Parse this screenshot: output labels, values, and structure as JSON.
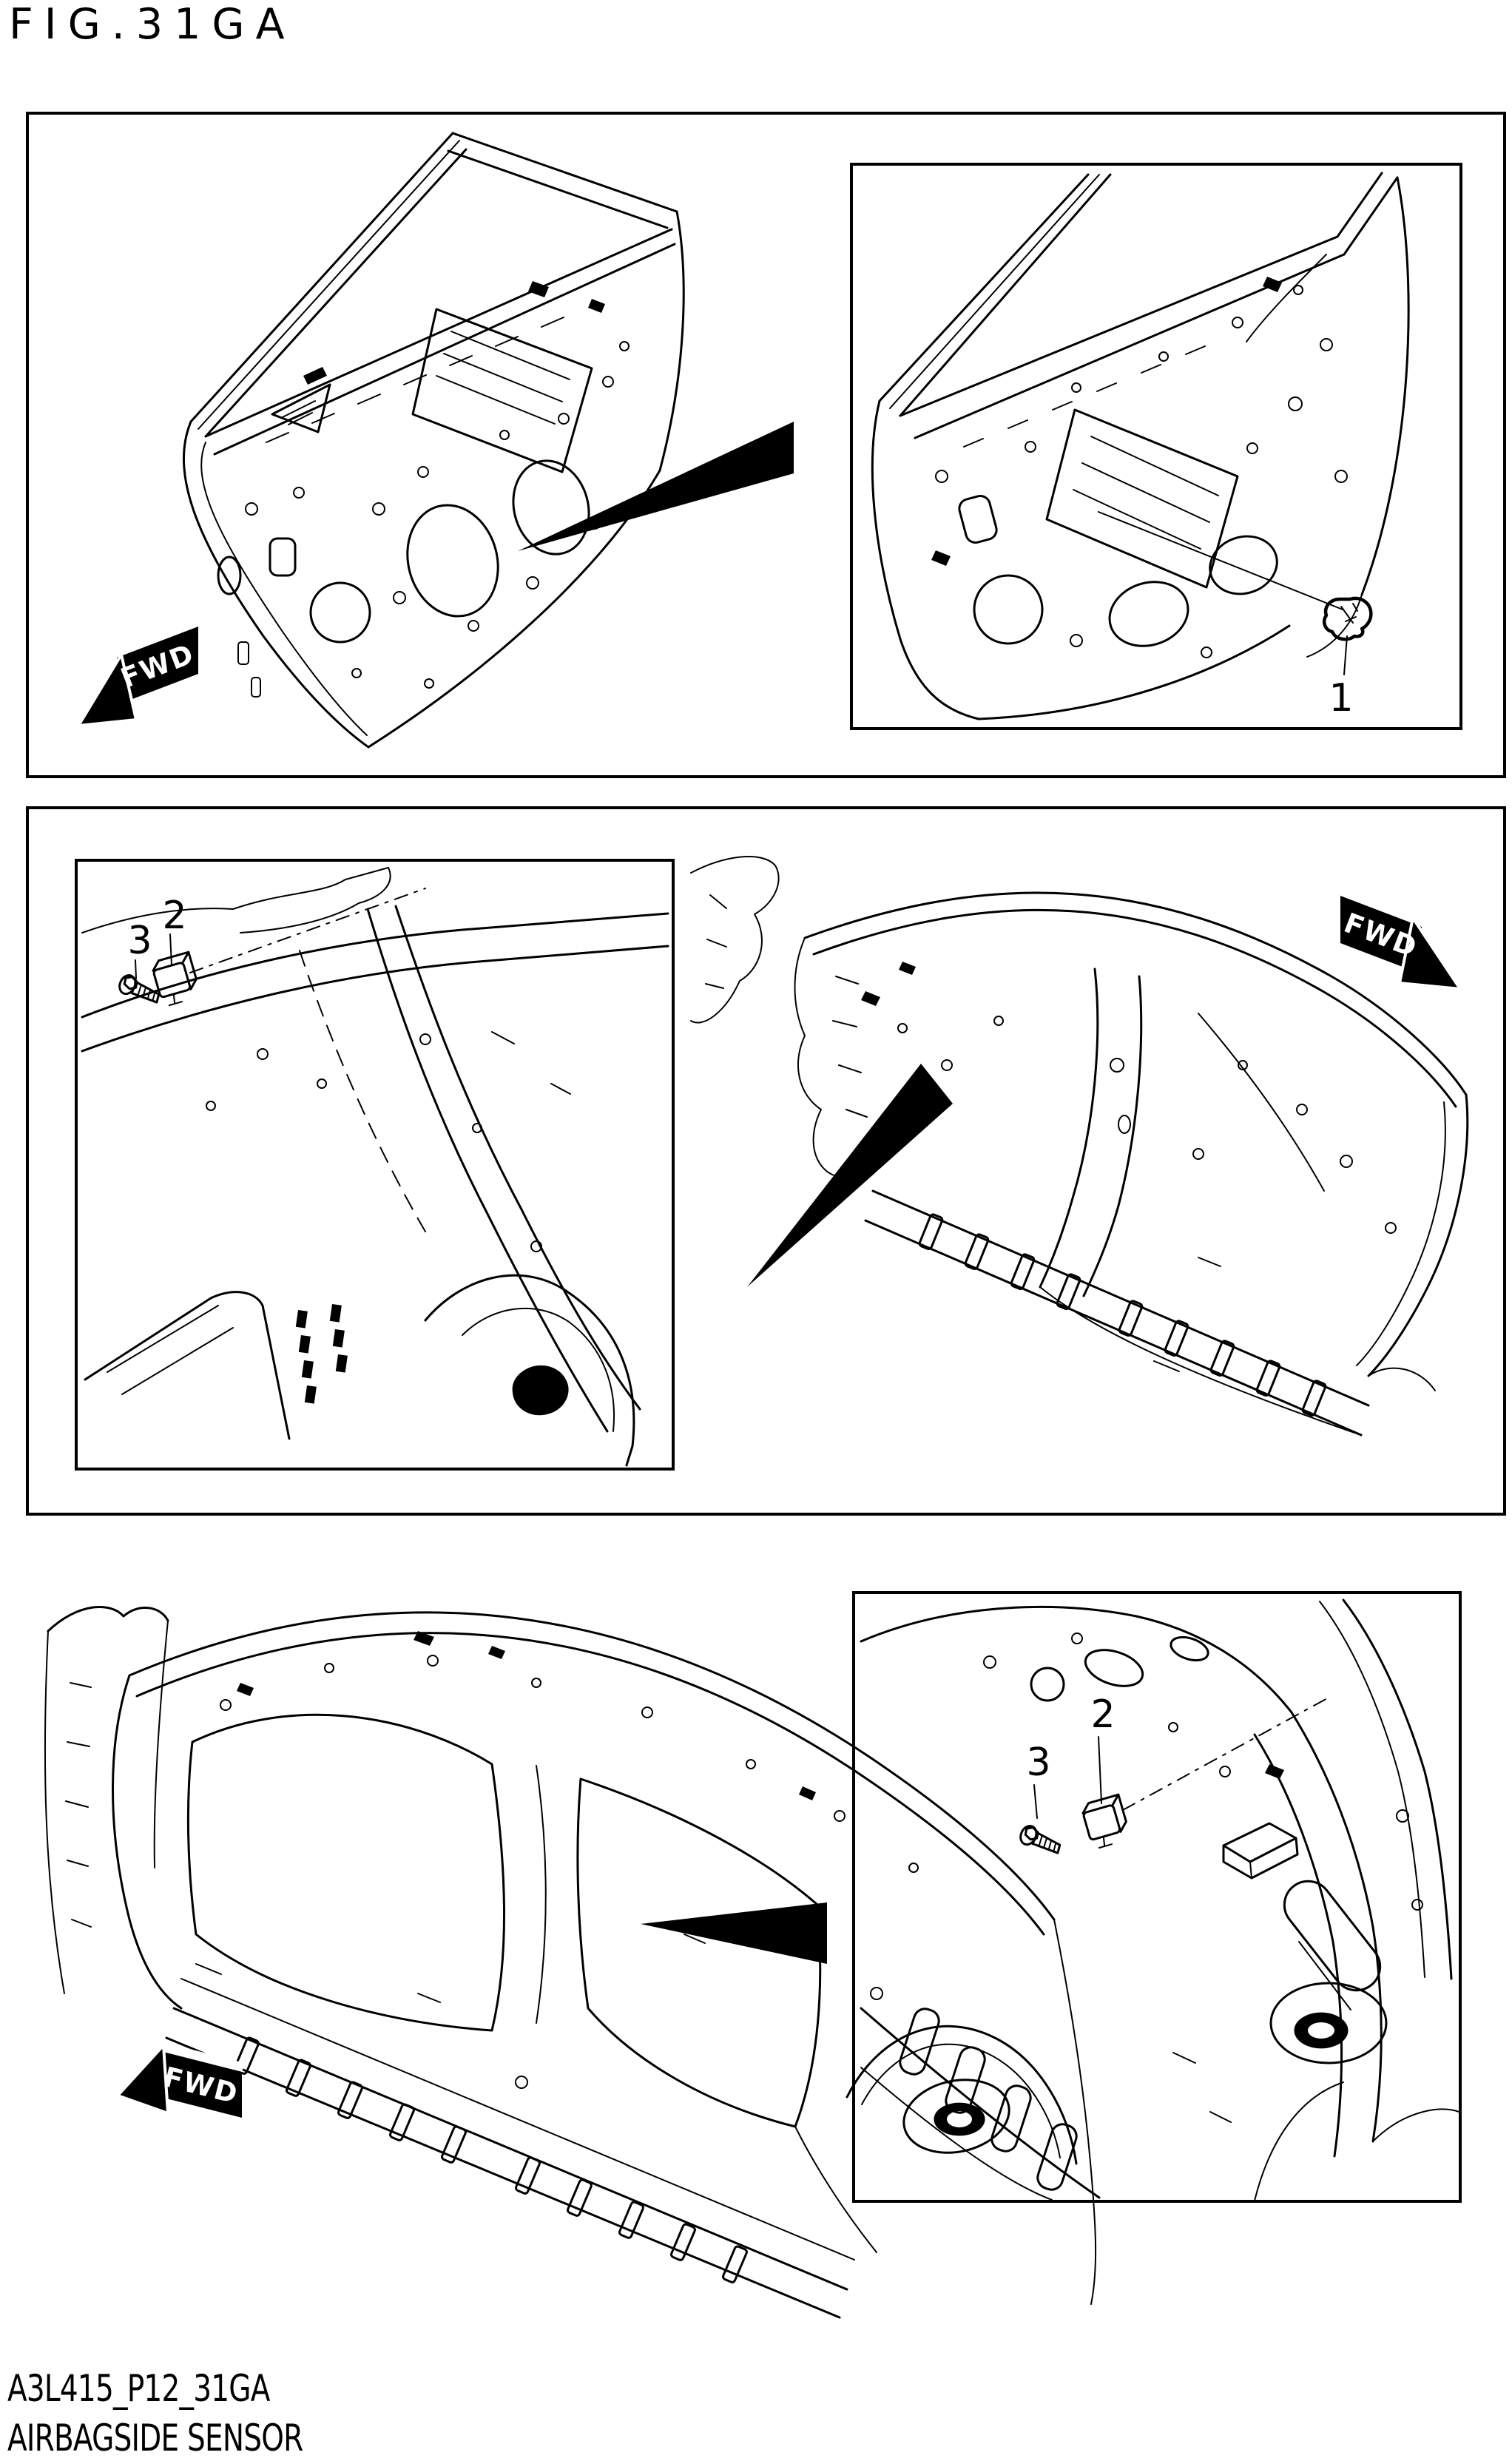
{
  "page": {
    "title": "FIG.31GA",
    "code": "A3L415_P12_31GA",
    "part_name": "AIRBAGSIDE SENSOR"
  },
  "colors": {
    "ink": "#000000",
    "paper": "#ffffff"
  },
  "fwd": {
    "label": "FWD"
  },
  "callouts": {
    "top_detail": {
      "part1": "1"
    },
    "middle_detail": {
      "part2": "2",
      "part3": "3"
    },
    "bottom_detail": {
      "part2": "2",
      "part3": "3"
    }
  }
}
